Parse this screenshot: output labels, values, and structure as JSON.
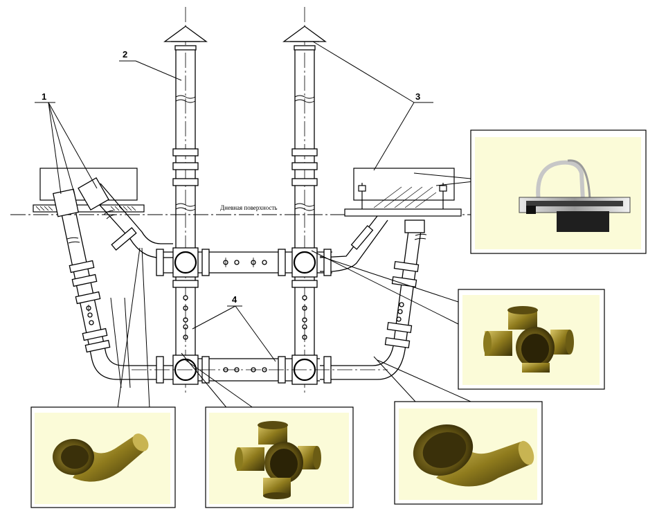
{
  "surface_label": "Дневная поверхность",
  "callouts": {
    "c1": "1",
    "c2": "2",
    "c3": "3",
    "c4": "4"
  },
  "colors": {
    "line": "#000000",
    "inset_bg": "#fbfbd8",
    "fitting": "#8a7a1e",
    "fitting_dark": "#3d340a",
    "fitting_light": "#cbb75a"
  }
}
